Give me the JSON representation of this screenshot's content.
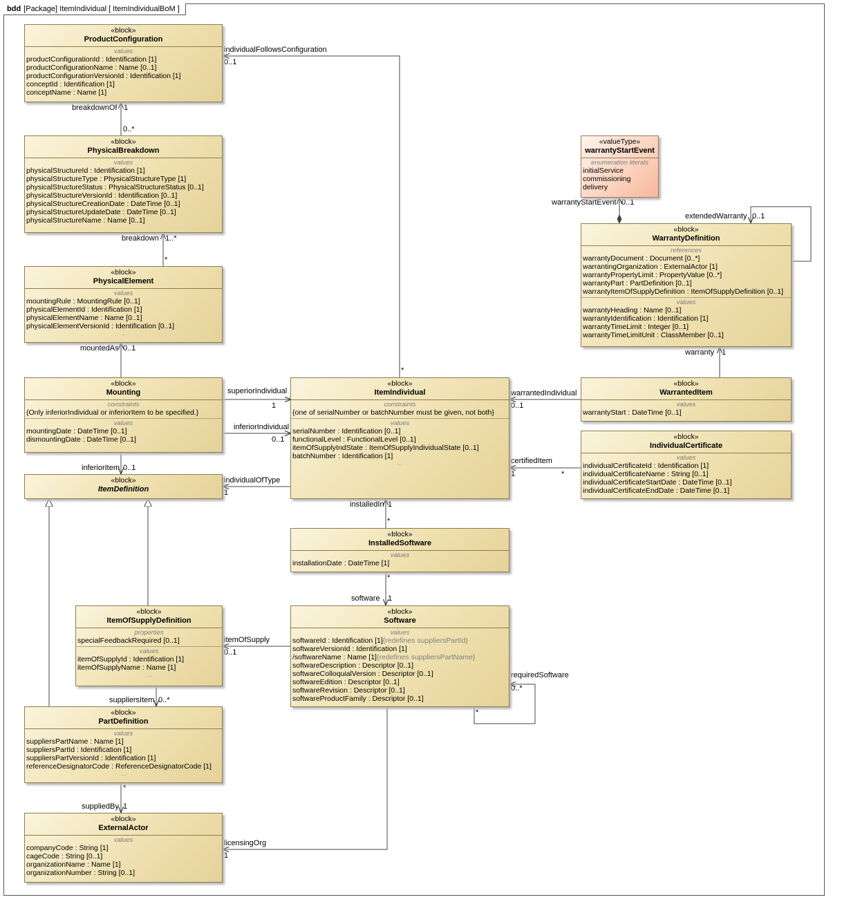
{
  "frame": {
    "kind": "bdd",
    "title": "[Package] ItemIndividual [ ItemIndividualBoM ]"
  },
  "blocks": {
    "productConfiguration": {
      "stereotype": "«block»",
      "name": "ProductConfiguration",
      "compartments": [
        {
          "name": "values",
          "rows": [
            {
              "name": "productConfigurationId",
              "type": " : Identification [1]"
            },
            {
              "name": "productConfigurationName",
              "type": " : Name [0..1]"
            },
            {
              "name": "productConfigurationVersionId",
              "type": " : Identification [1]"
            },
            {
              "name": "conceptId",
              "type": " : Identification [1]"
            },
            {
              "name": "conceptName",
              "type": " : Name [1]"
            }
          ]
        }
      ]
    },
    "physicalBreakdown": {
      "stereotype": "«block»",
      "name": "PhysicalBreakdown",
      "compartments": [
        {
          "name": "values",
          "rows": [
            {
              "name": "physicalStructureId",
              "type": " : Identification [1]"
            },
            {
              "name": "physicalStructureType",
              "type": " : PhysicalStructureType [1]"
            },
            {
              "name": "physicalStructureStatus",
              "type": " : PhysicalStructureStatus [0..1]"
            },
            {
              "name": "physicalStructureVersionId",
              "type": " : Identification [0..1]"
            },
            {
              "name": "physicalStructureCreationDate",
              "type": " : DateTime [0..1]"
            },
            {
              "name": "physicalStructureUpdateDate",
              "type": " : DateTime [0..1]"
            },
            {
              "name": "physicalStructureName",
              "type": " : Name [0..1]"
            }
          ]
        }
      ]
    },
    "physicalElement": {
      "stereotype": "«block»",
      "name": "PhysicalElement",
      "compartments": [
        {
          "name": "values",
          "dots": "...",
          "rows": [
            {
              "name": "mountingRule",
              "type": " : MountingRule [0..1]"
            },
            {
              "name": "physicalElementId",
              "type": " : Identification [1]"
            },
            {
              "name": "physicalElementName",
              "type": " : Name [0..1]"
            },
            {
              "name": "physicalElementVersionId",
              "type": " : Identification [0..1]"
            }
          ]
        }
      ]
    },
    "mounting": {
      "stereotype": "«block»",
      "name": "Mounting",
      "compartments": [
        {
          "name": "constraints",
          "rows": [
            {
              "name": "{Only inferiorIndividual or inferiorItem to be specified.}",
              "type": ""
            }
          ]
        },
        {
          "name": "values",
          "rows": [
            {
              "name": "mountingDate",
              "type": " : DateTime [0..1]"
            },
            {
              "name": "dismountingDate",
              "type": " : DateTime [0..1]"
            }
          ]
        }
      ]
    },
    "itemDefinition": {
      "stereotype": "«block»",
      "name": "ItemDefinition",
      "compartments": []
    },
    "itemIndividual": {
      "stereotype": "«block»",
      "name": "ItemIndividual",
      "compartments": [
        {
          "name": "constraints",
          "rows": [
            {
              "name": "{one of serialNumber or batchNumber must be given, not both}",
              "type": ""
            }
          ]
        },
        {
          "name": "values",
          "dots": "...",
          "rows": [
            {
              "name": "serialNumber",
              "type": " : Identification [0..1]"
            },
            {
              "name": "functionalLevel",
              "type": " : FunctionalLevel [0..1]"
            },
            {
              "name": "itemOfSupplyIndState",
              "type": " : ItemOfSupplyIndividualState [0..1]"
            },
            {
              "name": "batchNumber",
              "type": " : Identification [1]"
            }
          ]
        }
      ]
    },
    "installedSoftware": {
      "stereotype": "«block»",
      "name": "InstalledSoftware",
      "compartments": [
        {
          "name": "values",
          "rows": [
            {
              "name": "installationDate",
              "type": " : DateTime [1]"
            }
          ]
        }
      ]
    },
    "software": {
      "stereotype": "«block»",
      "name": "Software",
      "compartments": [
        {
          "name": "values",
          "rows": [
            {
              "name": "softwareId",
              "type": " : Identification [1]",
              "extra": "{redefines suppliersPartId}"
            },
            {
              "name": "softwareVersionId",
              "type": " : Identification [1]"
            },
            {
              "name": "/softwareName",
              "type": " : Name [1]",
              "extra": "{redefines suppliersPartName}"
            },
            {
              "name": "softwareDescription",
              "type": " : Descriptor [0..1]"
            },
            {
              "name": "softwareColloquialVersion",
              "type": " : Descriptor [0..1]"
            },
            {
              "name": "softwareEdition",
              "type": " : Descriptor [0..1]"
            },
            {
              "name": "softwareRevision",
              "type": " : Descriptor [0..1]"
            },
            {
              "name": "softwareProductFamily",
              "type": " : Descriptor [0..1]"
            }
          ]
        }
      ]
    },
    "itemOfSupplyDefinition": {
      "stereotype": "«block»",
      "name": "ItemOfSupplyDefinition",
      "compartments": [
        {
          "name": "properties",
          "rows": [
            {
              "name": "specialFeedbackRequired",
              "type": " [0..1]"
            }
          ]
        },
        {
          "name": "values",
          "dots": "...",
          "rows": [
            {
              "name": "itemOfSupplyId",
              "type": " : Identification [1]"
            },
            {
              "name": "itemOfSupplyName",
              "type": " : Name [1]"
            }
          ]
        }
      ]
    },
    "partDefinition": {
      "stereotype": "«block»",
      "name": "PartDefinition",
      "compartments": [
        {
          "name": "values",
          "dots": "...",
          "rows": [
            {
              "name": "suppliersPartName",
              "type": " : Name [1]"
            },
            {
              "name": "suppliersPartId",
              "type": " : Identification [1]"
            },
            {
              "name": "suppliersPartVersionId",
              "type": " : Identification [1]"
            },
            {
              "name": "referenceDesignatorCode",
              "type": " : ReferenceDesignatorCode [1]"
            }
          ]
        }
      ]
    },
    "externalActor": {
      "stereotype": "«block»",
      "name": "ExternalActor",
      "compartments": [
        {
          "name": "values",
          "rows": [
            {
              "name": "companyCode",
              "type": " : String [1]"
            },
            {
              "name": "cageCode",
              "type": " : String [0..1]"
            },
            {
              "name": "organizationName",
              "type": " : Name [1]"
            },
            {
              "name": "organizationNumber",
              "type": " : String [0..1]"
            }
          ]
        }
      ]
    },
    "warrantyStartEvent": {
      "stereotype": "«valueType»",
      "name": "warrantyStartEvent",
      "compartments": [
        {
          "name": "enumeration literals",
          "rows": [
            {
              "name": "initialService",
              "type": ""
            },
            {
              "name": "commissioning",
              "type": ""
            },
            {
              "name": "delivery",
              "type": ""
            }
          ]
        }
      ]
    },
    "warrantyDefinition": {
      "stereotype": "«block»",
      "name": "WarrantyDefinition",
      "compartments": [
        {
          "name": "references",
          "rows": [
            {
              "name": "warrantyDocument",
              "type": " : Document [0..*]"
            },
            {
              "name": "warrantingOrganization",
              "type": " : ExternalActor [1]"
            },
            {
              "name": "warrantyPropertyLimit",
              "type": " : PropertyValue [0..*]"
            },
            {
              "name": "warrantyPart",
              "type": " : PartDefinition [0..1]"
            },
            {
              "name": "warrantyItemOfSupplyDefinition",
              "type": " : ItemOfSupplyDefinition [0..1]"
            }
          ]
        },
        {
          "name": "values",
          "rows": [
            {
              "name": "warrantyHeading",
              "type": " : Name [0..1]"
            },
            {
              "name": "warrantyIdentification",
              "type": " : Identification [1]"
            },
            {
              "name": "warrantyTimeLimit",
              "type": " : Integer [0..1]"
            },
            {
              "name": "warrantyTimeLimitUnit",
              "type": " : ClassMember [0..1]"
            }
          ]
        }
      ]
    },
    "warrantedItem": {
      "stereotype": "«block»",
      "name": "WarrantedItem",
      "compartments": [
        {
          "name": "values",
          "rows": [
            {
              "name": "warrantyStart",
              "type": " : DateTime [0..1]"
            }
          ]
        }
      ]
    },
    "individualCertificate": {
      "stereotype": "«block»",
      "name": "IndividualCertificate",
      "compartments": [
        {
          "name": "values",
          "rows": [
            {
              "name": "individualCertificateId",
              "type": " : Identification [1]"
            },
            {
              "name": "individualCertificateName",
              "type": " : String [0..1]"
            },
            {
              "name": "individualCertificateStartDate",
              "type": " : DateTime [0..1]"
            },
            {
              "name": "individualCertificateEndDate",
              "type": " : DateTime [0..1]"
            }
          ]
        }
      ]
    }
  },
  "labels": {
    "individualFollowsConfiguration": "individualFollowsConfiguration",
    "m_0_1": "0..1",
    "m_1": "1",
    "m_star": "*",
    "m_0_star": "0..*",
    "m_1_star": "1..*",
    "breakdownOf": "breakdownOf",
    "breakdown": "breakdown",
    "mountedAs": "mountedAs",
    "superiorIndividual": "superiorIndividual",
    "inferiorIndividual": "inferiorIndividual",
    "inferiorItem": "inferiorItem",
    "individualOfType": "individualOfType",
    "installedIn": "installedIn",
    "software": "software",
    "itemOfSupply": "itemOfSupply",
    "suppliersItem": "suppliersItem",
    "suppliedBy": "suppliedBy",
    "licensingOrg": "licensingOrg",
    "requiredSoftware": "requiredSoftware",
    "warrantedIndividual": "warrantedIndividual",
    "certifiedItem": "certifiedItem",
    "warranty": "warranty",
    "warrantyStartEvent": "warrantyStartEvent",
    "extendedWarranty": "extendedWarranty"
  }
}
